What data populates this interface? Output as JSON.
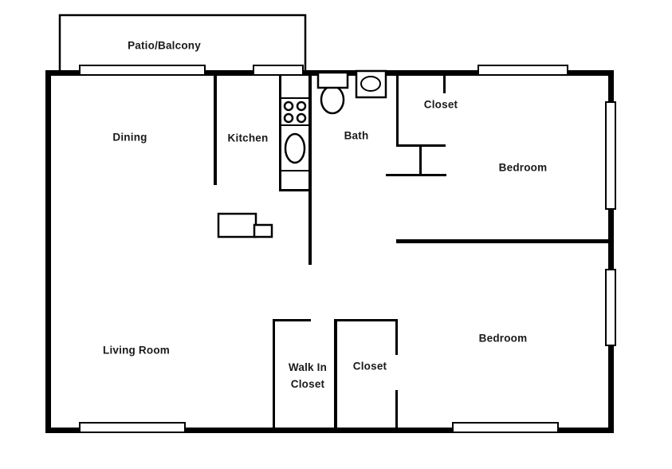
{
  "type": "floor-plan",
  "colors": {
    "wall": "#000000",
    "background": "#ffffff",
    "text": "#1a1a1a"
  },
  "labels": {
    "patio": "Patio/Balcony",
    "dining": "Dining",
    "kitchen": "Kitchen",
    "bath": "Bath",
    "closet_top": "Closet",
    "bedroom_top": "Bedroom",
    "bedroom_bottom": "Bedroom",
    "living_room": "Living Room",
    "walk_in_closet": "Walk In Closet",
    "closet_bottom": "Closet"
  },
  "fixtures": {
    "stove": "stove-icon",
    "kitchen_sink": "kitchen-sink-icon",
    "toilet": "toilet-icon",
    "bathroom_sink": "bath-sink-icon",
    "counter": "counter-island",
    "window": "window"
  }
}
